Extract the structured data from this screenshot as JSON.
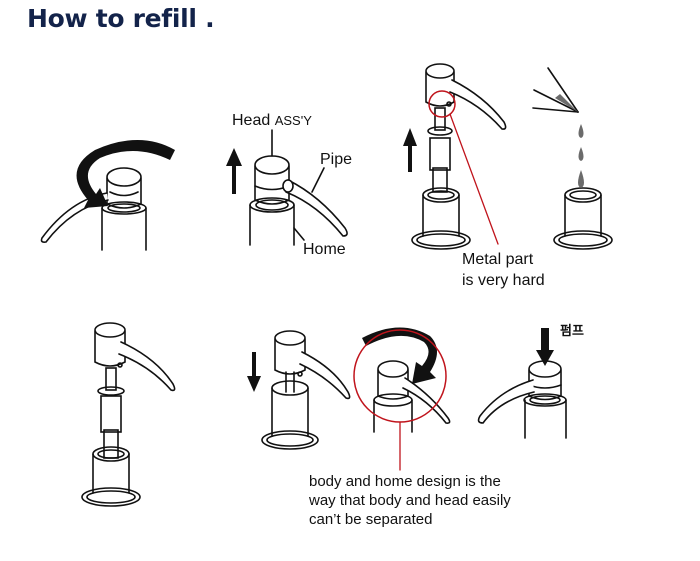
{
  "title": "How to refill .",
  "labels": {
    "head_assy_main": "Head",
    "head_assy_suffix": "ASS'Y",
    "pipe": "Pipe",
    "home": "Home",
    "metal_part_line1": "Metal part",
    "metal_part_line2": "is very hard",
    "pump_korean": "펌프",
    "caption_line1": "body and home design is the",
    "caption_line2": "way that body and head easily",
    "caption_line3": "can’t be separated"
  },
  "steps": [
    {
      "id": 1,
      "action": "rotate-head",
      "icon": "rotate-arrow-icon"
    },
    {
      "id": 2,
      "action": "lift-head",
      "icon": "up-arrow-icon"
    },
    {
      "id": 3,
      "action": "pull-out-pump-and-refill",
      "icon": "up-arrow-icon"
    },
    {
      "id": 4,
      "action": "pump-assembly-exploded",
      "icon": "none"
    },
    {
      "id": 5,
      "action": "insert-and-rotate",
      "icon": "down-arrow-icon"
    },
    {
      "id": 6,
      "action": "press-pump",
      "icon": "down-arrow-icon"
    }
  ],
  "colors": {
    "title": "#13234a",
    "ink": "#111111",
    "highlight": "#c0141c",
    "liquid": "#6b6b6b"
  }
}
